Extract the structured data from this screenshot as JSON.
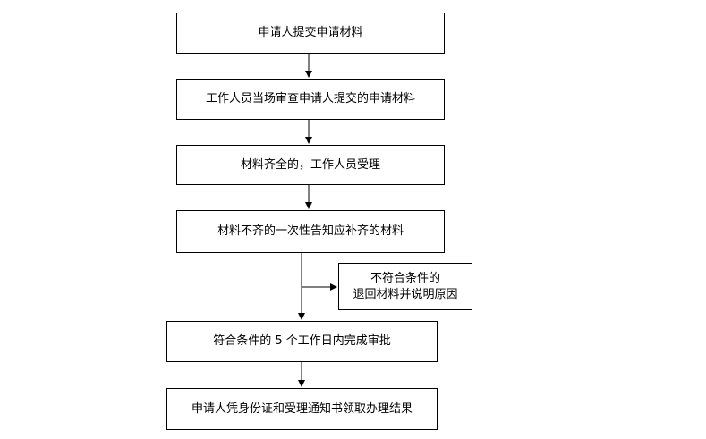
{
  "steps": [
    {
      "text": "申请人提交申请材料"
    },
    {
      "text": "工作人员当场审查申请人提交的申请材料"
    },
    {
      "text": "材料齐全的，工作人员受理"
    },
    {
      "text": "材料不齐的一次性告知应补齐的材料"
    },
    {
      "text": "符合条件的 5 个工作日内完成审批"
    },
    {
      "text": "申请人凭身份证和受理通知书领取办理结果"
    }
  ],
  "side_step": {
    "line1": "不符合条件的",
    "line2": "退回材料并说明原因"
  }
}
